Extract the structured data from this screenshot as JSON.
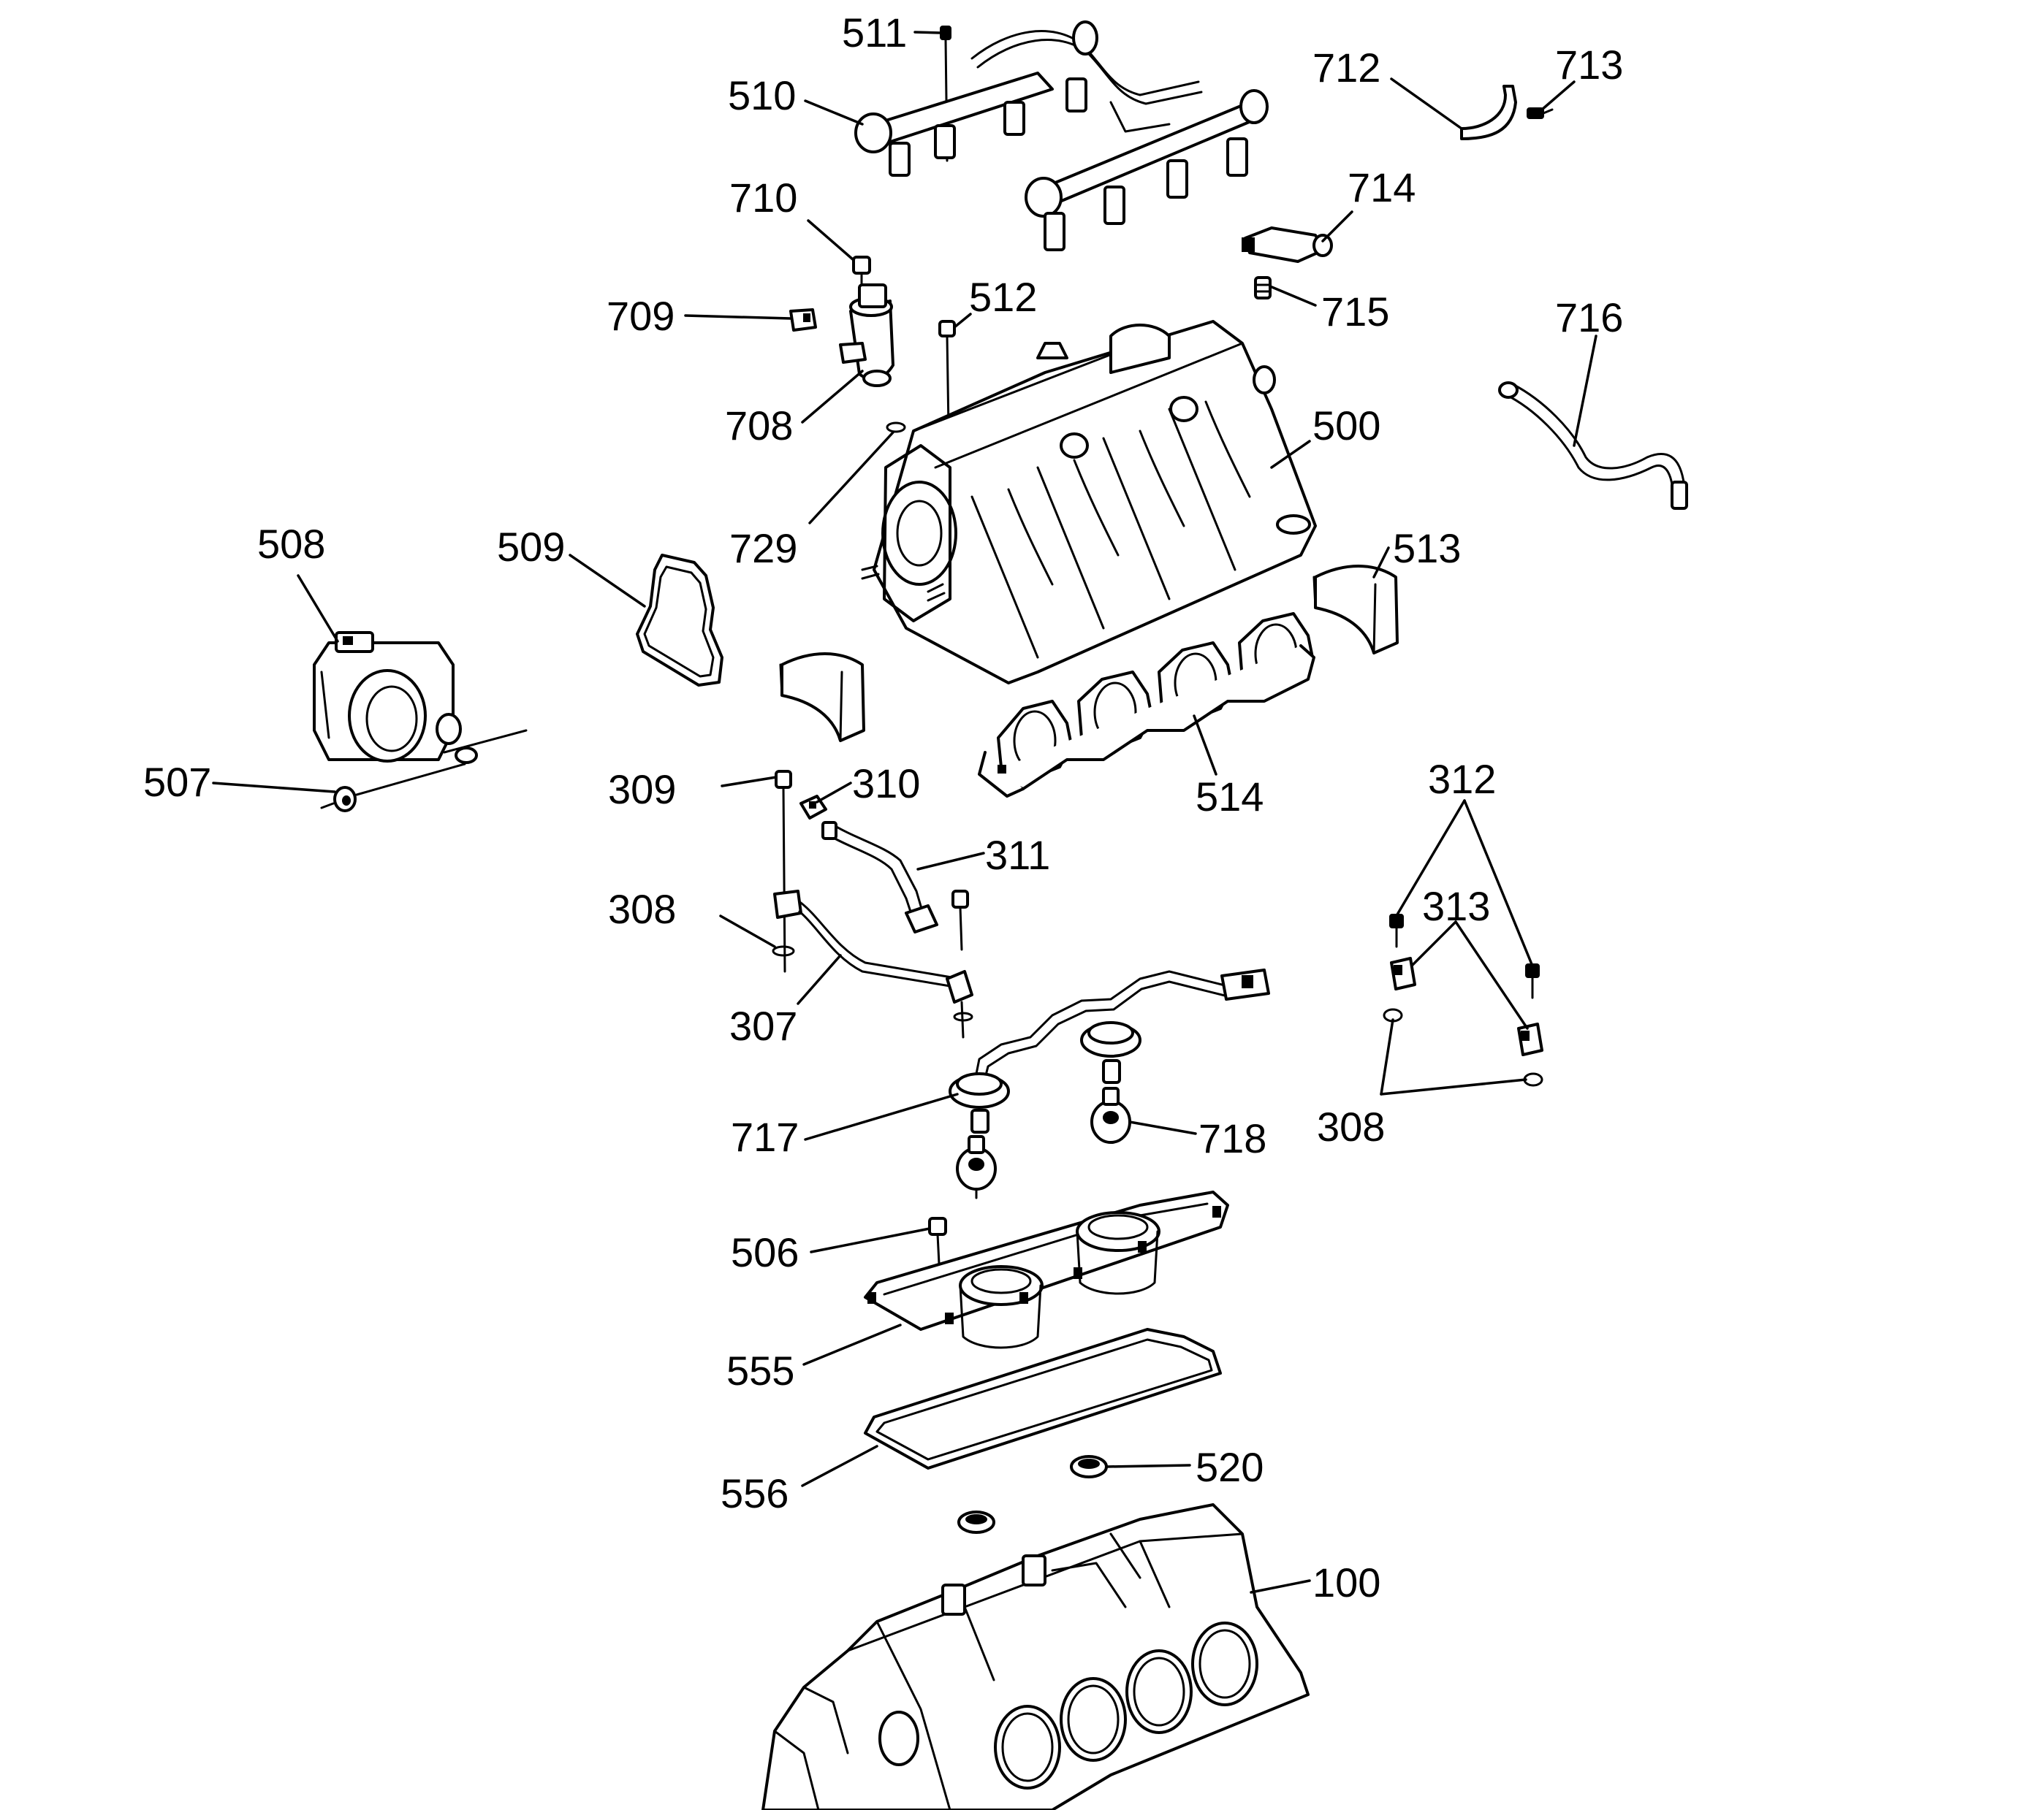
{
  "diagram": {
    "colors": {
      "line": "#000000",
      "background": "#ffffff"
    },
    "callouts": [
      {
        "id": "c511",
        "text": "511"
      },
      {
        "id": "c510",
        "text": "510"
      },
      {
        "id": "c712",
        "text": "712"
      },
      {
        "id": "c713",
        "text": "713"
      },
      {
        "id": "c714",
        "text": "714"
      },
      {
        "id": "c710",
        "text": "710"
      },
      {
        "id": "c512",
        "text": "512"
      },
      {
        "id": "c715",
        "text": "715"
      },
      {
        "id": "c709",
        "text": "709"
      },
      {
        "id": "c716",
        "text": "716"
      },
      {
        "id": "c708",
        "text": "708"
      },
      {
        "id": "c500",
        "text": "500"
      },
      {
        "id": "c508",
        "text": "508"
      },
      {
        "id": "c509",
        "text": "509"
      },
      {
        "id": "c729",
        "text": "729"
      },
      {
        "id": "c513",
        "text": "513"
      },
      {
        "id": "c507",
        "text": "507"
      },
      {
        "id": "c514",
        "text": "514"
      },
      {
        "id": "c309",
        "text": "309"
      },
      {
        "id": "c310",
        "text": "310"
      },
      {
        "id": "c312",
        "text": "312"
      },
      {
        "id": "c311",
        "text": "311"
      },
      {
        "id": "c313",
        "text": "313"
      },
      {
        "id": "c308a",
        "text": "308"
      },
      {
        "id": "c307",
        "text": "307"
      },
      {
        "id": "c308b",
        "text": "308"
      },
      {
        "id": "c717",
        "text": "717"
      },
      {
        "id": "c718",
        "text": "718"
      },
      {
        "id": "c506",
        "text": "506"
      },
      {
        "id": "c555",
        "text": "555"
      },
      {
        "id": "c520",
        "text": "520"
      },
      {
        "id": "c556",
        "text": "556"
      },
      {
        "id": "c100",
        "text": "100"
      }
    ]
  }
}
